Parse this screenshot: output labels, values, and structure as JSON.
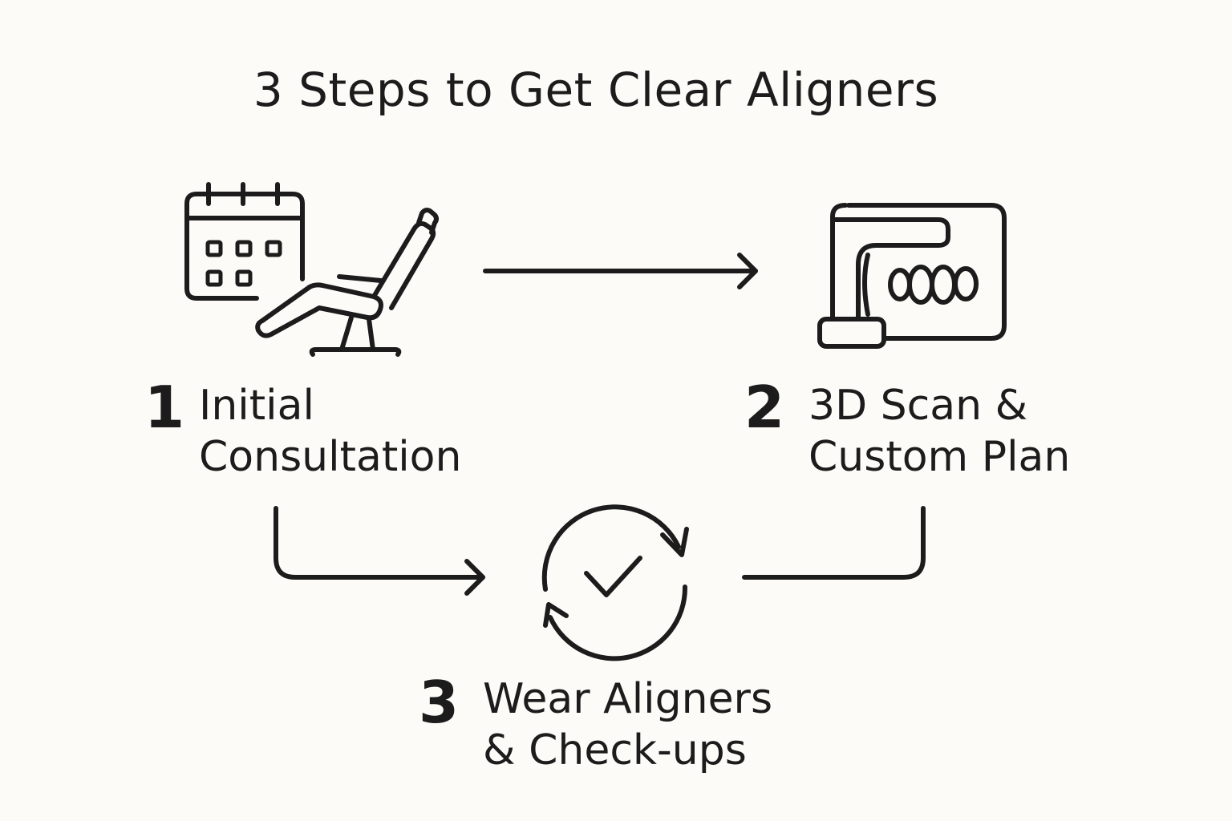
{
  "title": "3 Steps to Get Clear Aligners",
  "steps": [
    {
      "number": "1",
      "line1": "Initial",
      "line2": "Consultation",
      "icon": "calendar-and-dental-chair-icon"
    },
    {
      "number": "2",
      "line1": "3D Scan &",
      "line2": "Custom Plan",
      "icon": "3d-scanner-teeth-icon"
    },
    {
      "number": "3",
      "line1": "Wear Aligners",
      "line2": "& Check-ups",
      "icon": "refresh-check-icon"
    }
  ],
  "colors": {
    "background": "#fcfbf7",
    "ink": "#1c1c1c"
  }
}
